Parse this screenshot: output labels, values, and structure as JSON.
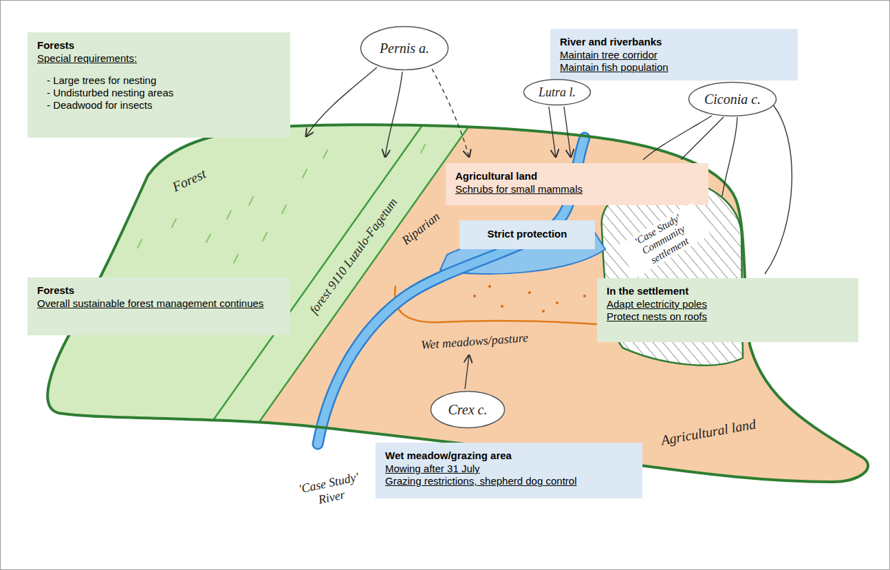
{
  "diagram": {
    "nodes": [
      {
        "text": [
          "Forests",
          "Special requirements:",
          "- Large trees for nesting",
          "- Undisturbed nesting areas",
          "- Deadwood for insects"
        ]
      },
      {
        "text": [
          "Pernis a."
        ]
      },
      {
        "text": [
          "River and riverbanks",
          "Maintain tree corridor",
          "Maintain fish population"
        ]
      },
      {
        "text": [
          "Lutra l."
        ]
      },
      {
        "text": [
          "Ciconia c."
        ]
      },
      {
        "text": [
          "Agricultural land",
          "Schrubs for small mammals"
        ]
      },
      {
        "text": [
          "Strict protection"
        ]
      },
      {
        "text": [
          "Forests",
          "Overall sustainable forest management continues"
        ]
      },
      {
        "text": [
          "In the settlement",
          "Adapt electricity poles",
          "Protect nests on roofs"
        ]
      },
      {
        "text": [
          "Crex c."
        ]
      },
      {
        "text": [
          "Wet meadow/grazing area",
          "Mowing after 31 July",
          "Grazing restrictions, shepherd dog control"
        ]
      }
    ],
    "labels": [
      "Forest",
      "forest 9110 Luzulo-Fagetum",
      "Riparian",
      "Wet meadows/pasture",
      "'Case Study' Community settlement",
      "Agricultural land",
      "'Case Study' River"
    ]
  }
}
